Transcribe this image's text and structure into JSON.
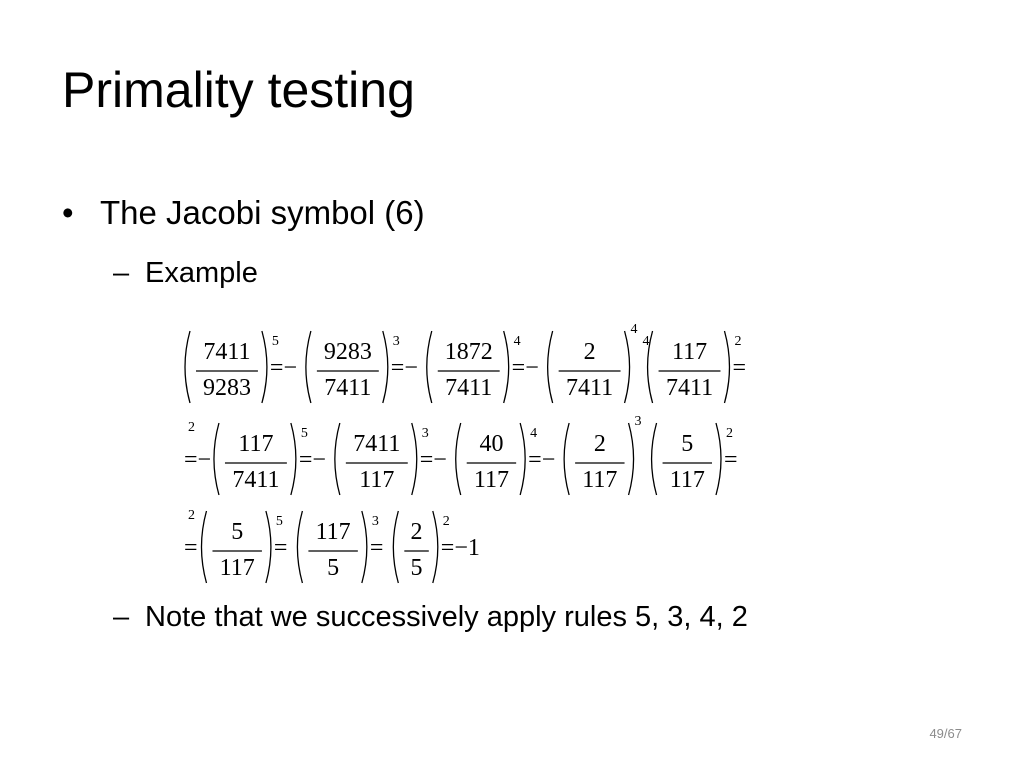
{
  "slide": {
    "title": "Primality testing",
    "bullets": [
      {
        "marker": "•",
        "text": "The Jacobi symbol (6)"
      }
    ],
    "sub_bullets": [
      {
        "marker": "–",
        "text": "Example"
      },
      {
        "marker": "–",
        "text": "Note that we successively apply rules 5, 3, 4, 2"
      }
    ],
    "page_number": "49/67"
  },
  "equation": {
    "rows": [
      [
        {
          "num": "7411",
          "den": "9283",
          "sup": "5",
          "sep": "=−"
        },
        {
          "num": "9283",
          "den": "7411",
          "sup": "3",
          "sep": "=−"
        },
        {
          "num": "1872",
          "den": "7411",
          "sup": "4",
          "sep": "=−"
        },
        {
          "num": "2",
          "den": "7411",
          "sup": "4",
          "power": "4",
          "sep": ""
        },
        {
          "num": "117",
          "den": "7411",
          "sup": "2",
          "sep": "="
        }
      ],
      [
        {
          "lead": "=−",
          "lead_sup": "2"
        },
        {
          "num": "117",
          "den": "7411",
          "sup": "5",
          "sep": "=−"
        },
        {
          "num": "7411",
          "den": "117",
          "sup": "3",
          "sep": "=−"
        },
        {
          "num": "40",
          "den": "117",
          "sup": "4",
          "sep": "=−"
        },
        {
          "num": "2",
          "den": "117",
          "power": "3",
          "sep": ""
        },
        {
          "num": "5",
          "den": "117",
          "sup": "2",
          "sep": "="
        }
      ],
      [
        {
          "lead": "=",
          "lead_sup": "2"
        },
        {
          "num": "5",
          "den": "117",
          "sup": "5",
          "sep": "="
        },
        {
          "num": "117",
          "den": "5",
          "sup": "3",
          "sep": "="
        },
        {
          "num": "2",
          "den": "5",
          "sup": "2",
          "sep": "=−1"
        }
      ]
    ]
  }
}
